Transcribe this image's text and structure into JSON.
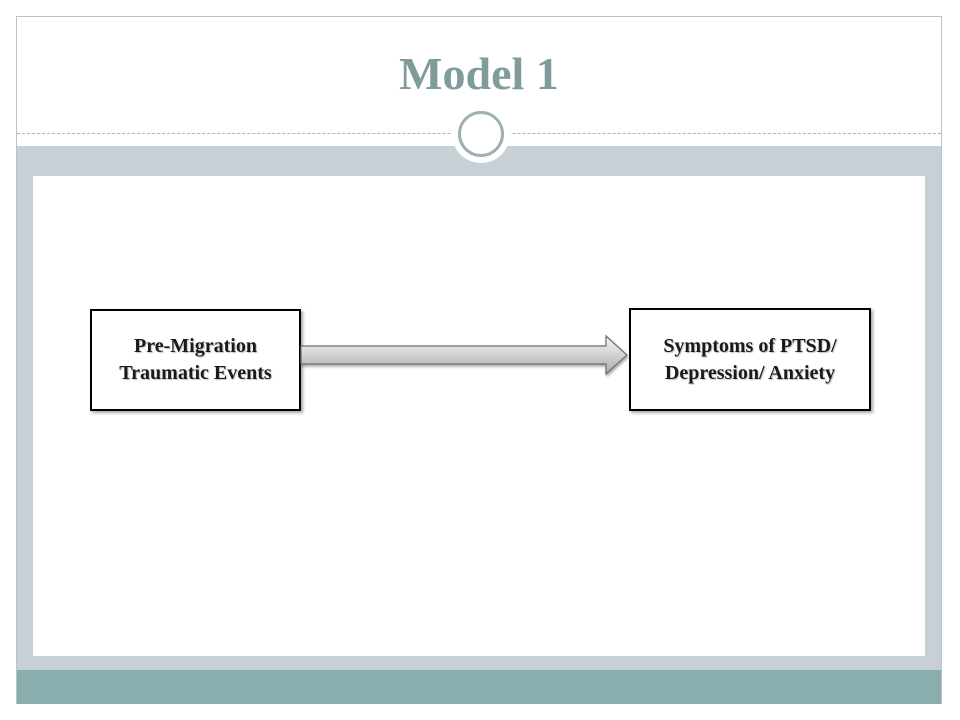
{
  "slide": {
    "title": "Model 1"
  },
  "diagram": {
    "nodes": [
      {
        "id": "source",
        "label": "Pre-Migration\nTraumatic Events"
      },
      {
        "id": "target",
        "label": "Symptoms of PTSD/\nDepression/ Anxiety"
      }
    ],
    "edges": [
      {
        "from": "source",
        "to": "target"
      }
    ]
  }
}
